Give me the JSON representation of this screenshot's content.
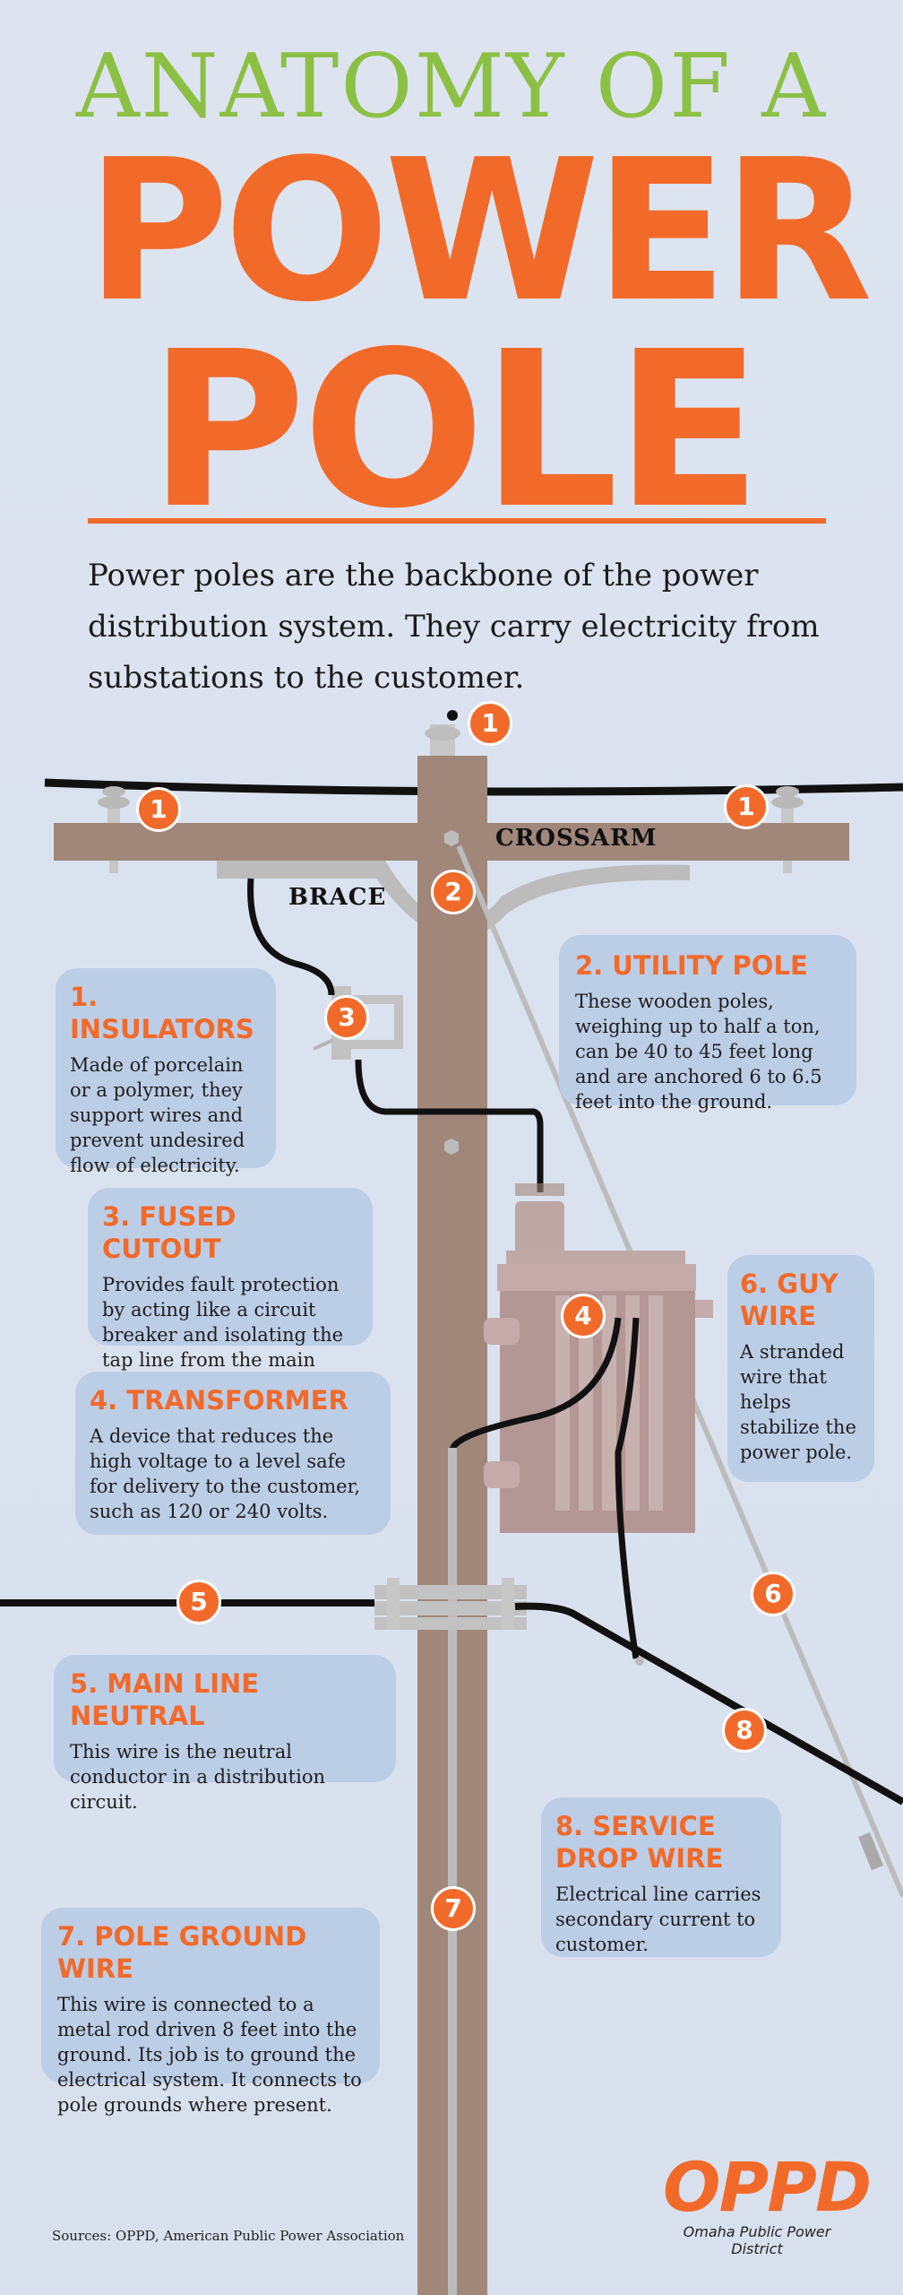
{
  "title": {
    "line1": "ANATOMY OF A",
    "line2": "POWER",
    "line3": "POLE"
  },
  "intro": "Power poles are the backbone of the power distribution system. They carry electricity from substations to the customer.",
  "labels": {
    "crossarm": "CROSSARM",
    "brace": "BRACE"
  },
  "markers": [
    "1",
    "1",
    "1",
    "2",
    "3",
    "4",
    "5",
    "6",
    "7",
    "8"
  ],
  "callouts": [
    {
      "heading": "1. INSULATORS",
      "text": "Made of porcelain or a polymer, they support wires and prevent undesired flow of electricity."
    },
    {
      "heading": "2. UTILITY POLE",
      "text": "These wooden poles, weighing up to half a ton, can be 40 to 45 feet long and are anchored 6 to 6.5 feet into the ground."
    },
    {
      "heading": "3. FUSED CUTOUT",
      "text": "Provides fault protection by acting like a circuit breaker and isolating the tap line from the main line."
    },
    {
      "heading": "4. TRANSFORMER",
      "text": "A device that reduces the high voltage to a level safe for delivery to the customer, such as 120 or 240 volts."
    },
    {
      "heading": "5. MAIN LINE NEUTRAL",
      "text": "This wire is the neutral conductor in a distribution circuit."
    },
    {
      "heading": "6. GUY WIRE",
      "text": "A stranded wire that helps stabilize the power pole."
    },
    {
      "heading": "7. POLE GROUND WIRE",
      "text": "This wire is connected to a metal rod driven 8 feet into the ground. Its job is to ground the electrical system. It connects to pole grounds where present."
    },
    {
      "heading": "8. SERVICE DROP WIRE",
      "text": "Electrical line carries secondary current to customer."
    }
  ],
  "sources": "Sources: OPPD, American Public Power Association",
  "logo": {
    "mark": "OPPD",
    "name": "Omaha Public Power District"
  },
  "colors": {
    "accent": "#f26a2a",
    "green": "#8cc045",
    "pole": "#a0877a",
    "box": "#bccde6"
  }
}
